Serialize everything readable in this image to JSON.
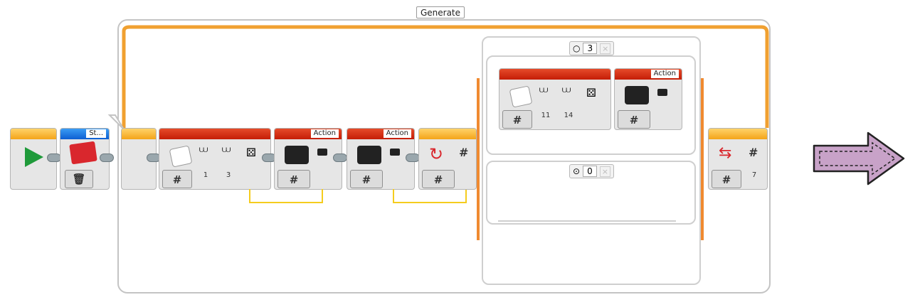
{
  "loop": {
    "label": "Generate"
  },
  "start": {
    "label": ""
  },
  "storage_block": {
    "label": "St..."
  },
  "random_block1": {
    "label_hash": "#",
    "lower": "1",
    "upper": "3"
  },
  "action_block1": {
    "label": "Action",
    "hash": "#"
  },
  "action_block2": {
    "label": "Action",
    "hash": "#"
  },
  "compare_block": {
    "hash": "#",
    "hash_out": "#"
  },
  "switch": {
    "case1": {
      "value": "3"
    },
    "case2": {
      "value": "0"
    }
  },
  "random_block2": {
    "label_hash": "#",
    "lower": "11",
    "upper": "14"
  },
  "action_block3": {
    "label": "Action",
    "hash": "#"
  },
  "loop_end_block": {
    "hash": "#",
    "hash_out": "#",
    "value": "7"
  },
  "close_mark": "×",
  "colors": {
    "loop_wire": "#f0a030",
    "data_wire": "#f5cc1e",
    "arrow": "#c8a2c8"
  }
}
